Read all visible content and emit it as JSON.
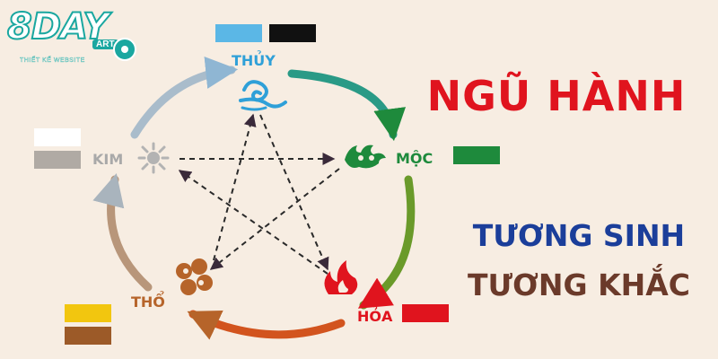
{
  "logo": {
    "main": "8DAY",
    "sub": "ART",
    "tagline": "THIẾT KẾ WEBSITE"
  },
  "heading": {
    "title": "NGŨ HÀNH",
    "subtitle_1": "TƯƠNG SINH",
    "subtitle_2": "TƯƠNG KHẮC"
  },
  "elements": {
    "thuy": {
      "label": "THỦY",
      "color": "#2fa0d8",
      "swatch_colors": [
        "#5bb7e6",
        "#111111"
      ]
    },
    "moc": {
      "label": "MỘC",
      "color": "#1e8a3c",
      "swatch_colors": [
        "#1e8a3c"
      ]
    },
    "hoa": {
      "label": "HỎA",
      "color": "#e0141e",
      "swatch_colors": [
        "#e0141e"
      ]
    },
    "tho": {
      "label": "THỔ",
      "color": "#b6642a",
      "swatch_colors": [
        "#f2c60f",
        "#9c5a28"
      ]
    },
    "kim": {
      "label": "KIM",
      "color": "#a9a9a9",
      "swatch_colors": [
        "#ffffff",
        "#b0aaa4"
      ]
    }
  },
  "icons": [
    "water-icon",
    "wood-icon",
    "fire-icon",
    "earth-icon",
    "metal-icon"
  ]
}
